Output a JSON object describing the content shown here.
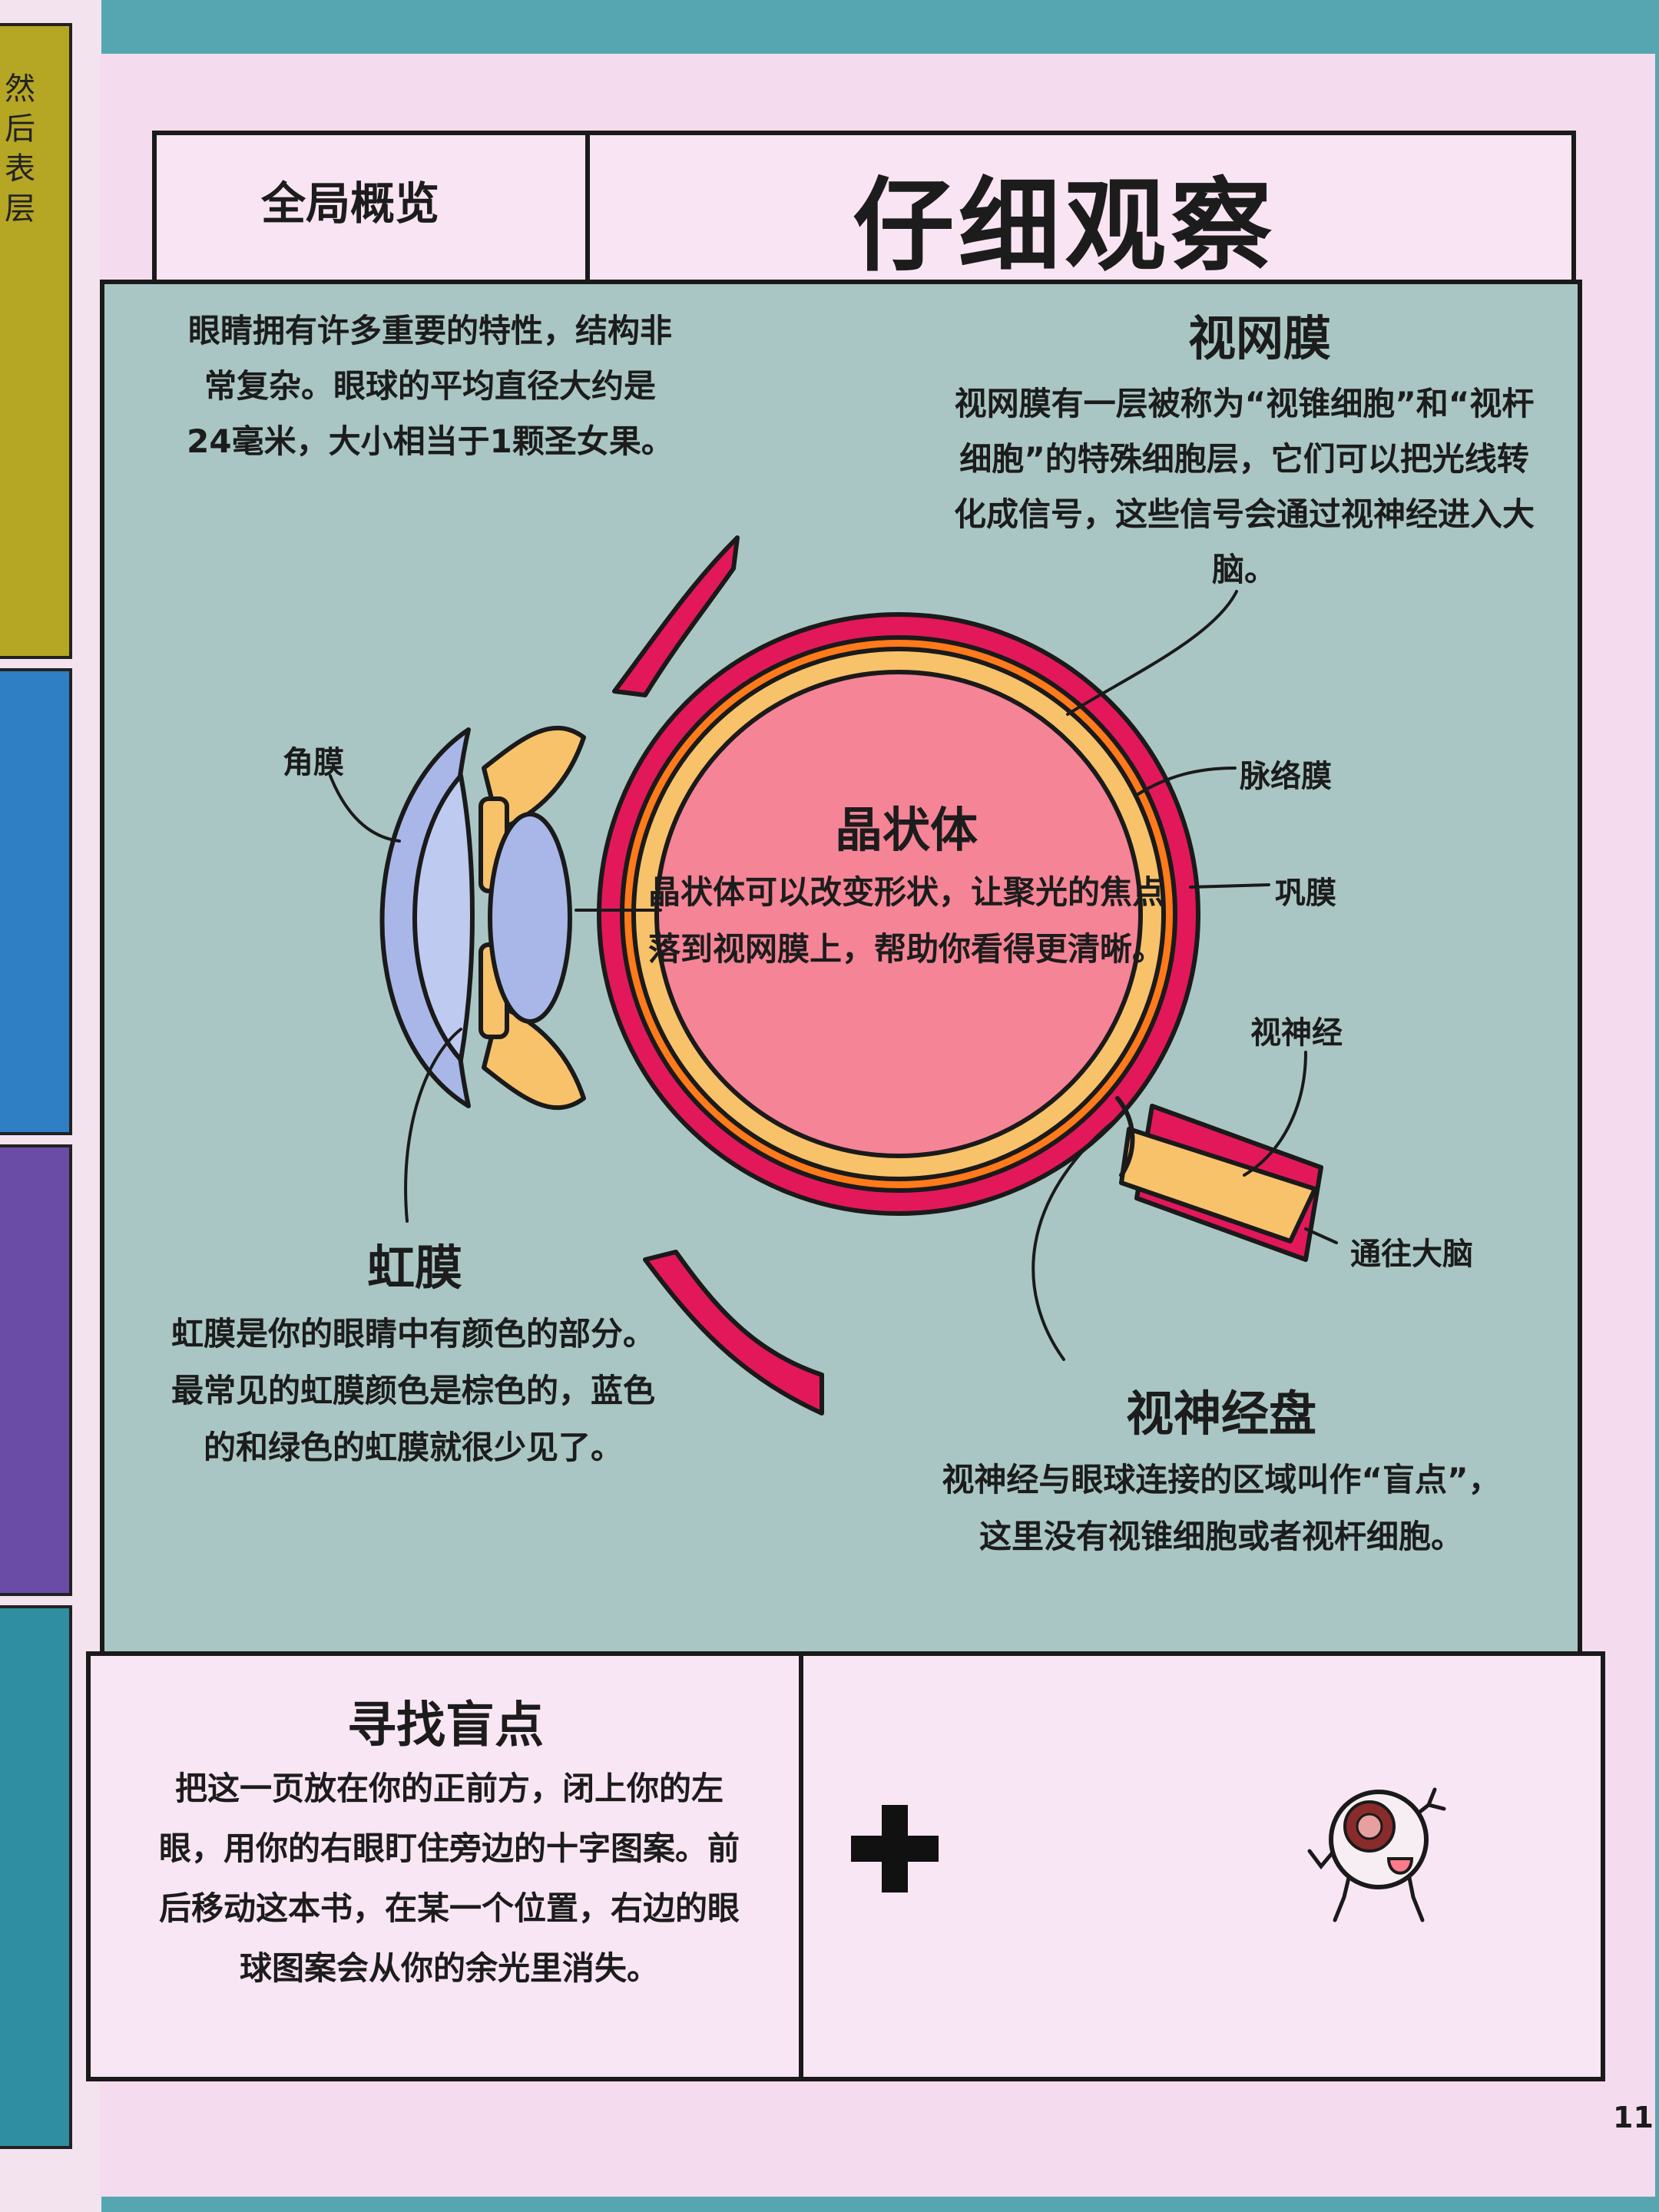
{
  "prev_page": {
    "fragment": "然后表层"
  },
  "header": {
    "section_label": "全局概览",
    "title": "仔细观察"
  },
  "intro": {
    "text": "眼睛拥有许多重要的特性，结构非常复杂。眼球的平均直径大约是24毫米，大小相当于1颗圣女果。"
  },
  "retina": {
    "title": "视网膜",
    "text": "视网膜有一层被称为“视锥细胞”和“视杆细胞”的特殊细胞层，它们可以把光线转化成信号，这些信号会通过视神经进入大脑。"
  },
  "lens": {
    "title": "晶状体",
    "text": "晶状体可以改变形状，让聚光的焦点落到视网膜上，帮助你看得更清晰。"
  },
  "labels": {
    "cornea": "角膜",
    "choroid": "脉络膜",
    "sclera": "巩膜",
    "optic_nerve": "视神经",
    "to_brain": "通往大脑"
  },
  "iris": {
    "title": "虹膜",
    "text": "虹膜是你的眼睛中有颜色的部分。最常见的虹膜颜色是棕色的，蓝色的和绿色的虹膜就很少见了。"
  },
  "optic_disc": {
    "title": "视神经盘",
    "text": "视神经与眼球连接的区域叫作“盲点”，这里没有视锥细胞或者视杆细胞。"
  },
  "blind_spot": {
    "title": "寻找盲点",
    "text": "把这一页放在你的正前方，闭上你的左眼，用你的右眼盯住旁边的十字图案。前后移动这本书，在某一个位置，右边的眼球图案会从你的余光里消失。"
  },
  "page_number": "11",
  "colors": {
    "background_table": "#56a6b2",
    "page": "#f4dcee",
    "panel": "#a9c6c4",
    "sclera": "#e2185a",
    "choroid": "#ff7a1a",
    "retina_layer": "#f8c26a",
    "vitreous": "#f48496",
    "cornea": "#a8b7e8"
  }
}
